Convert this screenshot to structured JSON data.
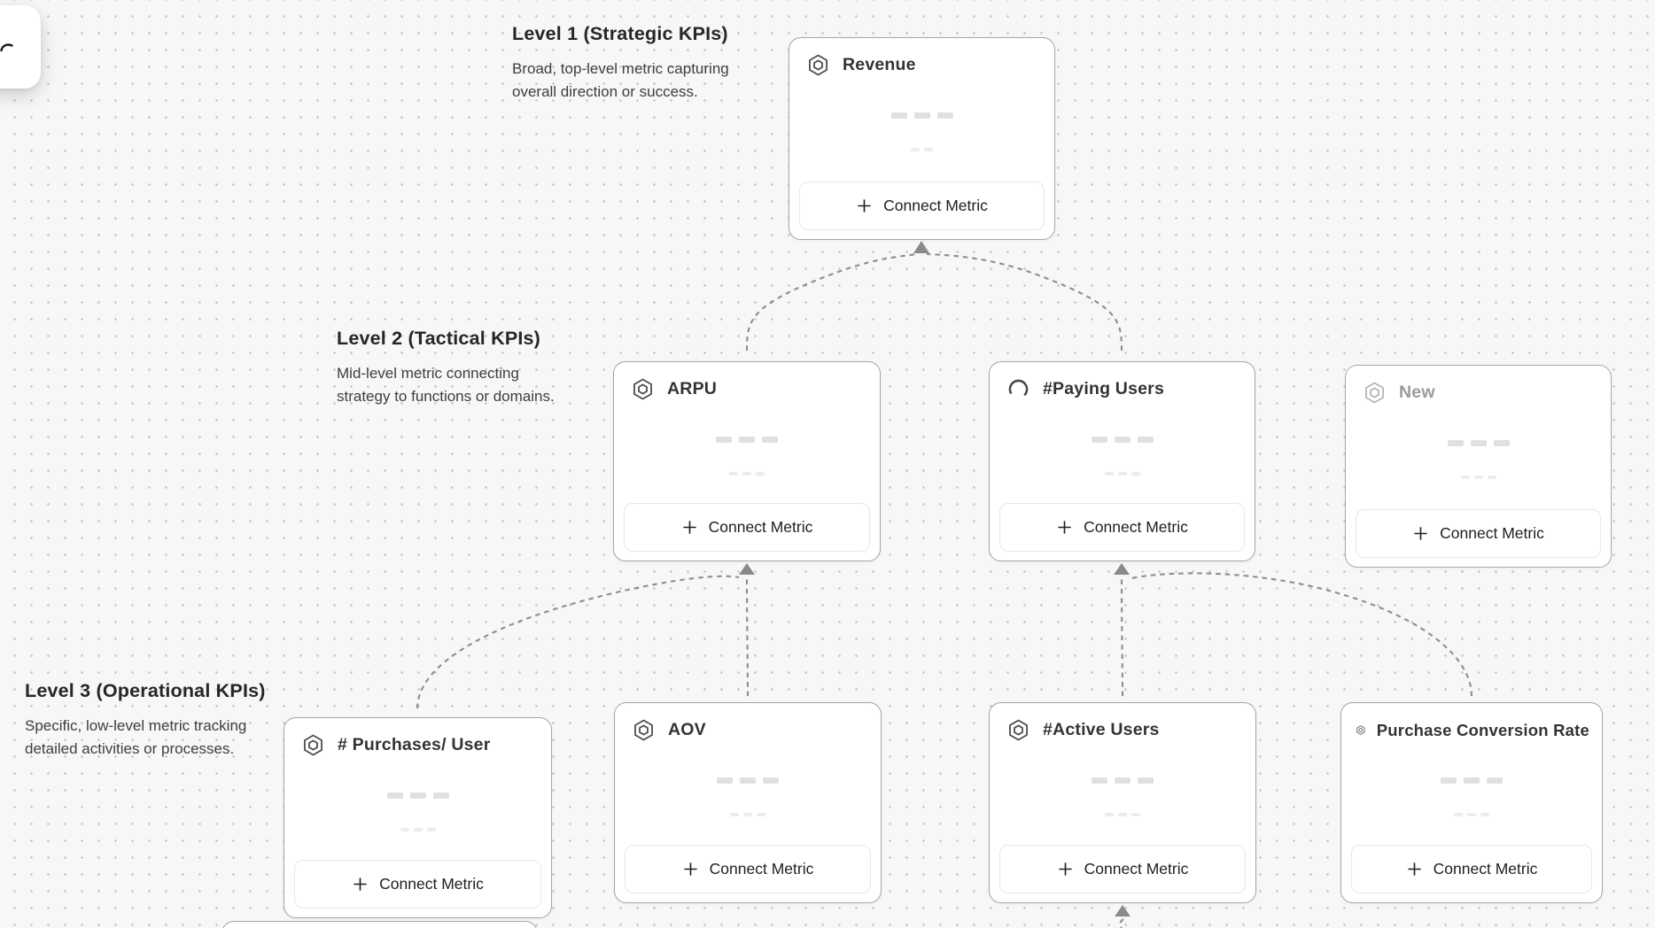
{
  "canvas": {
    "background": "#F7F7F5",
    "dot_color": "#C7C7C5",
    "connector_color": "#8D8D8D",
    "card_border_color": "#A5A5A5"
  },
  "toolbar": {
    "icon": "partial-cursor-arrow-icon"
  },
  "sections": [
    {
      "title": "Level 1 (Strategic KPIs)",
      "description": "Broad, top-level metric capturing overall direction or success."
    },
    {
      "title": "Level 2 (Tactical KPIs)",
      "description": "Mid-level metric connecting strategy to functions or domains."
    },
    {
      "title": "Level 3 (Operational KPIs)",
      "description": "Specific, low-level metric tracking detailed activities or processes."
    }
  ],
  "cards": [
    {
      "id": "revenue",
      "title": "Revenue",
      "icon": "hexagon-badge",
      "button_label": "Connect Metric"
    },
    {
      "id": "arpu",
      "title": "ARPU",
      "icon": "hexagon-badge",
      "button_label": "Connect Metric"
    },
    {
      "id": "paying-users",
      "title": "#Paying Users",
      "icon": "loading-spinner",
      "button_label": "Connect Metric"
    },
    {
      "id": "new",
      "title": "New",
      "icon": "hexagon-badge",
      "state": "placeholder",
      "button_label": "Connect Metric"
    },
    {
      "id": "purchases-per-user",
      "title": "# Purchases/ User",
      "icon": "hexagon-badge",
      "button_label": "Connect Metric"
    },
    {
      "id": "aov",
      "title": "AOV",
      "icon": "hexagon-badge",
      "button_label": "Connect Metric"
    },
    {
      "id": "active-users",
      "title": "#Active Users",
      "icon": "hexagon-badge",
      "button_label": "Connect Metric"
    },
    {
      "id": "purchase-conversion-rate",
      "title": "Purchase Conversion Rate",
      "icon": "hexagon-badge",
      "button_label": "Connect Metric"
    }
  ],
  "edges": [
    {
      "from": "ARPU",
      "to": "Revenue"
    },
    {
      "from": "#Paying Users",
      "to": "Revenue"
    },
    {
      "from": "# Purchases/ User",
      "to": "ARPU"
    },
    {
      "from": "AOV",
      "to": "ARPU"
    },
    {
      "from": "#Active Users",
      "to": "#Paying Users"
    },
    {
      "from": "Purchase Conversion Rate",
      "to": "#Paying Users"
    },
    {
      "from": "offscreen-below",
      "to": "#Active Users"
    }
  ]
}
